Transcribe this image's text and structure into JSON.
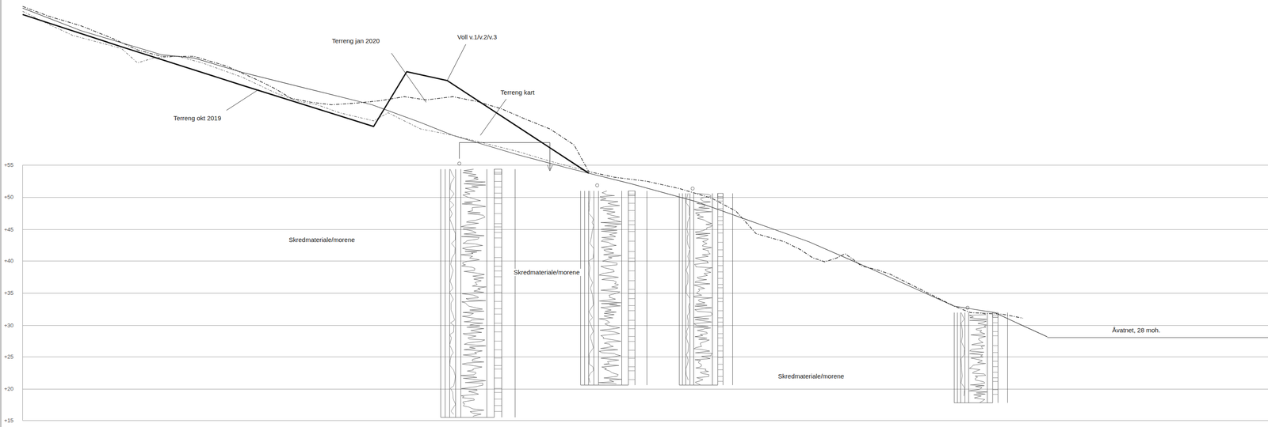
{
  "diagram": {
    "labels": [
      "Terreng jan 2020",
      "Voll v.1/v.2/v.3",
      "Terreng kart",
      "Terreng okt 2019",
      "+55",
      "+50",
      "+45",
      "+40",
      "+35",
      "+30",
      "+25",
      "+20",
      "+15",
      "Skredmateriale/morene",
      "Skredmateriale/morene",
      "Skredmateriale/morene",
      "Åvatnet, 28 moh."
    ]
  }
}
